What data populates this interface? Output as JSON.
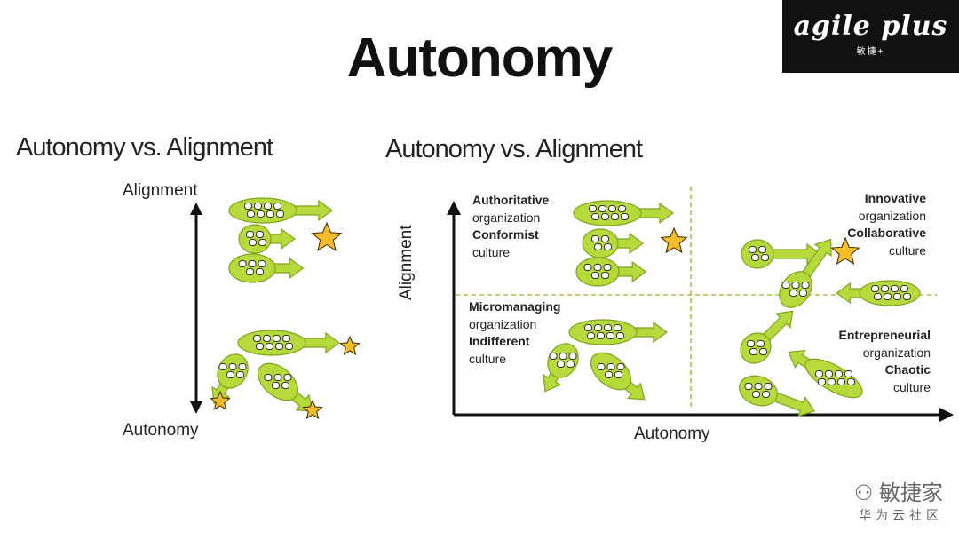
{
  "slide": {
    "title": "Autonomy"
  },
  "logo": {
    "script_text": "agile plus",
    "sub_text": "敏捷+"
  },
  "left_diagram": {
    "title": "Autonomy vs. Alignment",
    "top_label": "Alignment",
    "bottom_label": "Autonomy"
  },
  "right_diagram": {
    "title": "Autonomy vs. Alignment",
    "x_axis_label": "Autonomy",
    "y_axis_label": "Alignment",
    "quadrants": {
      "top_left": {
        "line1": "Authoritative",
        "line2": "organization",
        "line3": "Conformist",
        "line4": "culture"
      },
      "top_right": {
        "line1": "Innovative",
        "line2": "organization",
        "line3": "Collaborative",
        "line4": "culture"
      },
      "bottom_left": {
        "line1": "Micromanaging",
        "line2": "organization",
        "line3": "Indifferent",
        "line4": "culture"
      },
      "bottom_right": {
        "line1": "Entrepreneurial",
        "line2": "organization",
        "line3": "Chaotic",
        "line4": "culture"
      }
    }
  },
  "watermark": {
    "line1": "敏捷家",
    "line2": "华为云社区"
  },
  "colors": {
    "team_fill": "#b6da3c",
    "team_stroke": "#7ea51c",
    "star_fill": "#f6bd2a",
    "star_stroke": "#3a2a00",
    "dashed_line": "#a4c447"
  }
}
